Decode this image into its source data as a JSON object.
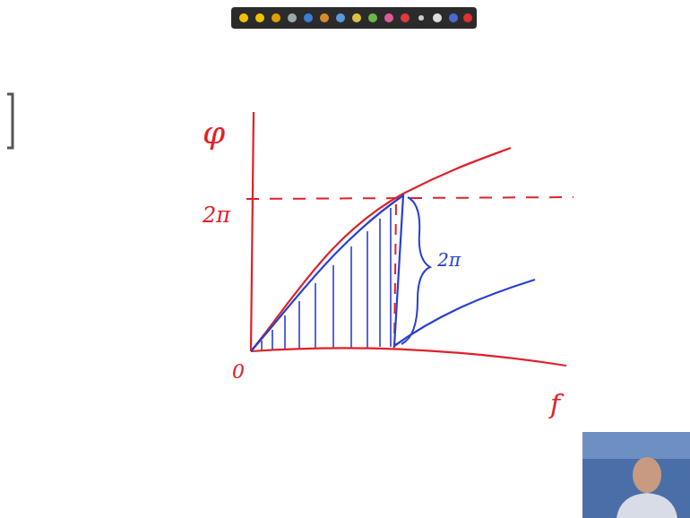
{
  "diagram": {
    "labels": [
      "φ",
      "2π",
      "2π",
      "0",
      "f"
    ]
  }
}
